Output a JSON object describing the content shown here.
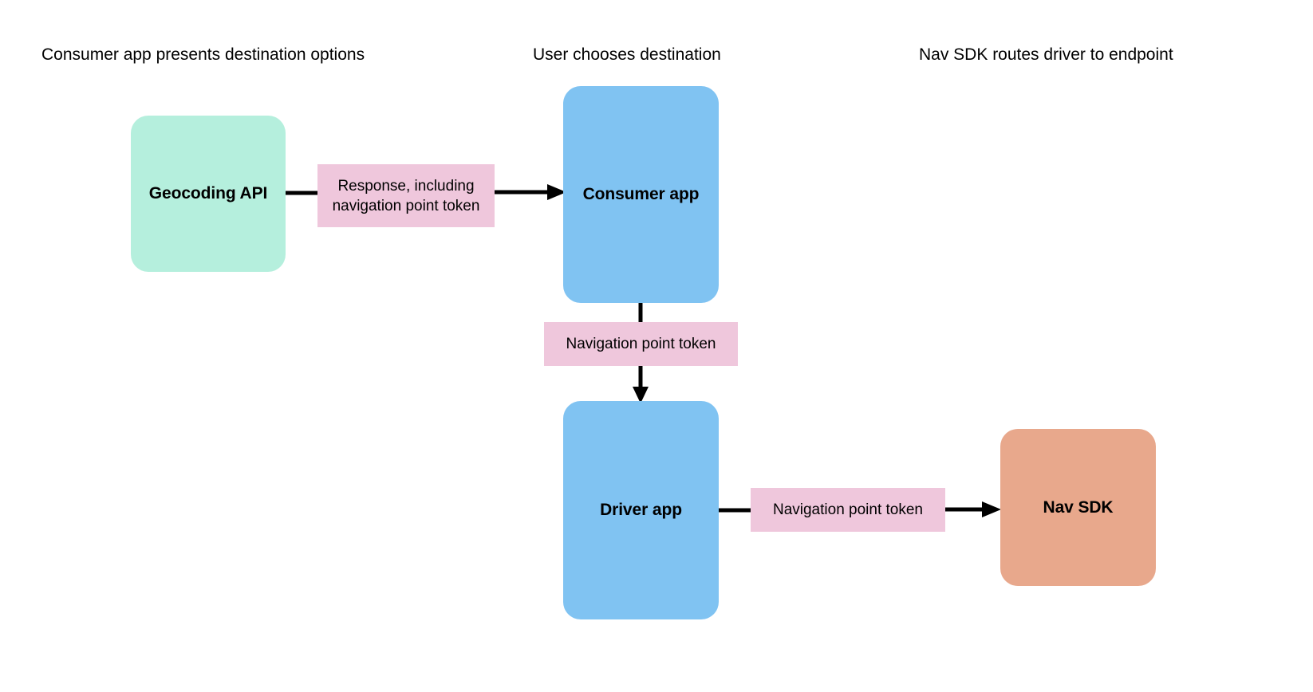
{
  "diagram": {
    "type": "flow-diagram",
    "background_color": "#ffffff",
    "columns": [
      {
        "id": "col-1",
        "label": "Consumer app presents destination options"
      },
      {
        "id": "col-2",
        "label": "User chooses destination"
      },
      {
        "id": "col-3",
        "label": "Nav SDK routes driver to endpoint"
      }
    ],
    "palette": {
      "green": "#b5efdd",
      "blue": "#80c3f2",
      "orange": "#e8a88c",
      "pink": "#efc7dc",
      "arrow": "#000000",
      "text": "#000000"
    },
    "nodes": [
      {
        "id": "geocoding-api",
        "label": "Geocoding API",
        "color": "#b5efdd"
      },
      {
        "id": "consumer-app",
        "label": "Consumer app",
        "color": "#80c3f2"
      },
      {
        "id": "driver-app",
        "label": "Driver app",
        "color": "#80c3f2"
      },
      {
        "id": "nav-sdk",
        "label": "Nav SDK",
        "color": "#e8a88c"
      }
    ],
    "edges": [
      {
        "id": "edge-geocoding-to-consumer",
        "from": "geocoding-api",
        "to": "consumer-app",
        "direction": "right",
        "label": "Response, including navigation point token",
        "label_color": "#efc7dc"
      },
      {
        "id": "edge-consumer-to-driver",
        "from": "consumer-app",
        "to": "driver-app",
        "direction": "down",
        "label": "Navigation point token",
        "label_color": "#efc7dc"
      },
      {
        "id": "edge-driver-to-navsdk",
        "from": "driver-app",
        "to": "nav-sdk",
        "direction": "right",
        "label": "Navigation point token",
        "label_color": "#efc7dc"
      }
    ]
  }
}
